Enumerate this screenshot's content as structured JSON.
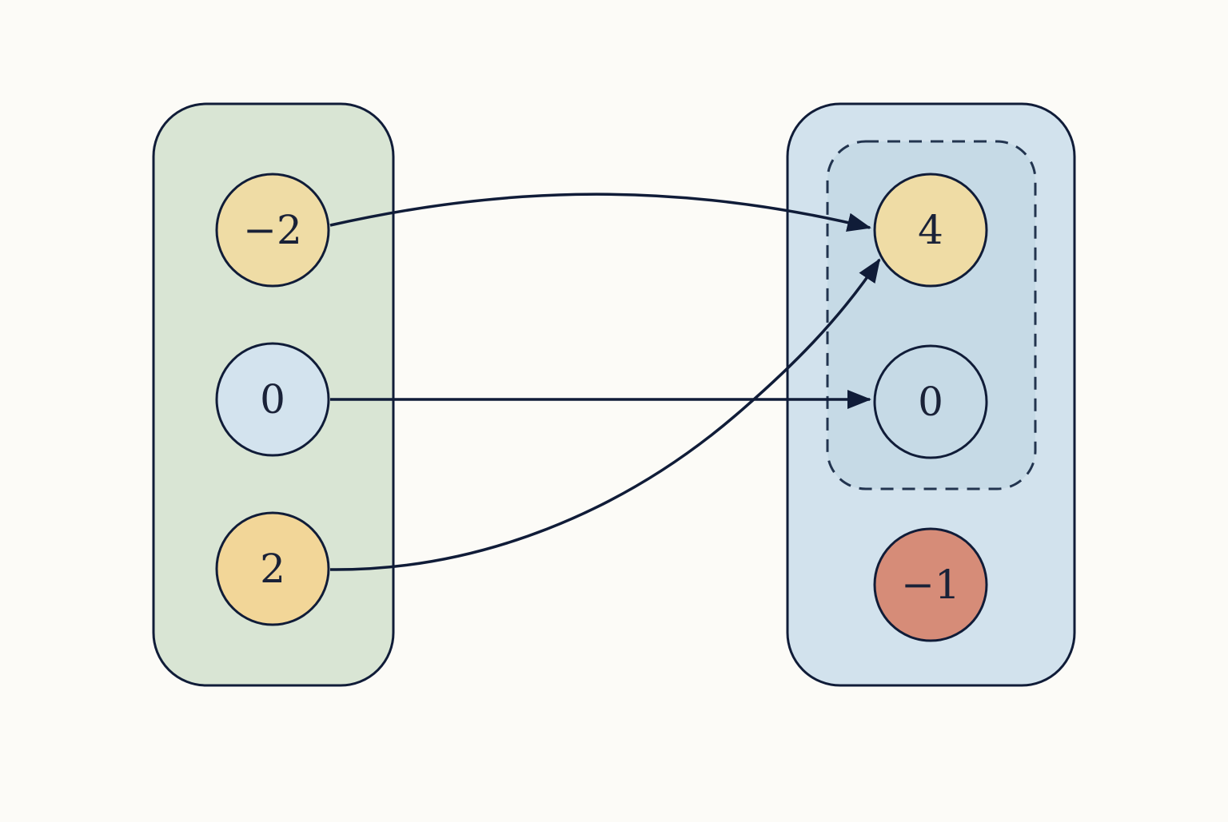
{
  "colors": {
    "background": "#fcfbf7",
    "stroke": "#101c38",
    "domain_fill": "#d9e5d4",
    "codomain_fill": "#d2e2ed",
    "range_fill": "#c6dae6",
    "node_yellow": "#efdca5",
    "node_orange": "#f2d698",
    "node_blue": "#d3e3ee",
    "node_red": "#d68c78"
  },
  "domain": {
    "nodes": [
      {
        "id": "a",
        "label": "−2",
        "color": "node_yellow"
      },
      {
        "id": "b",
        "label": "0",
        "color": "node_blue"
      },
      {
        "id": "c",
        "label": "2",
        "color": "node_orange"
      }
    ]
  },
  "codomain": {
    "nodes": [
      {
        "id": "p",
        "label": "4",
        "color": "node_yellow",
        "in_range": true
      },
      {
        "id": "q",
        "label": "0",
        "color": "range_fill",
        "in_range": true
      },
      {
        "id": "r",
        "label": "−1",
        "color": "node_red",
        "in_range": false
      }
    ]
  },
  "mappings": [
    {
      "from": "a",
      "to": "p"
    },
    {
      "from": "b",
      "to": "q"
    },
    {
      "from": "c",
      "to": "p"
    }
  ]
}
